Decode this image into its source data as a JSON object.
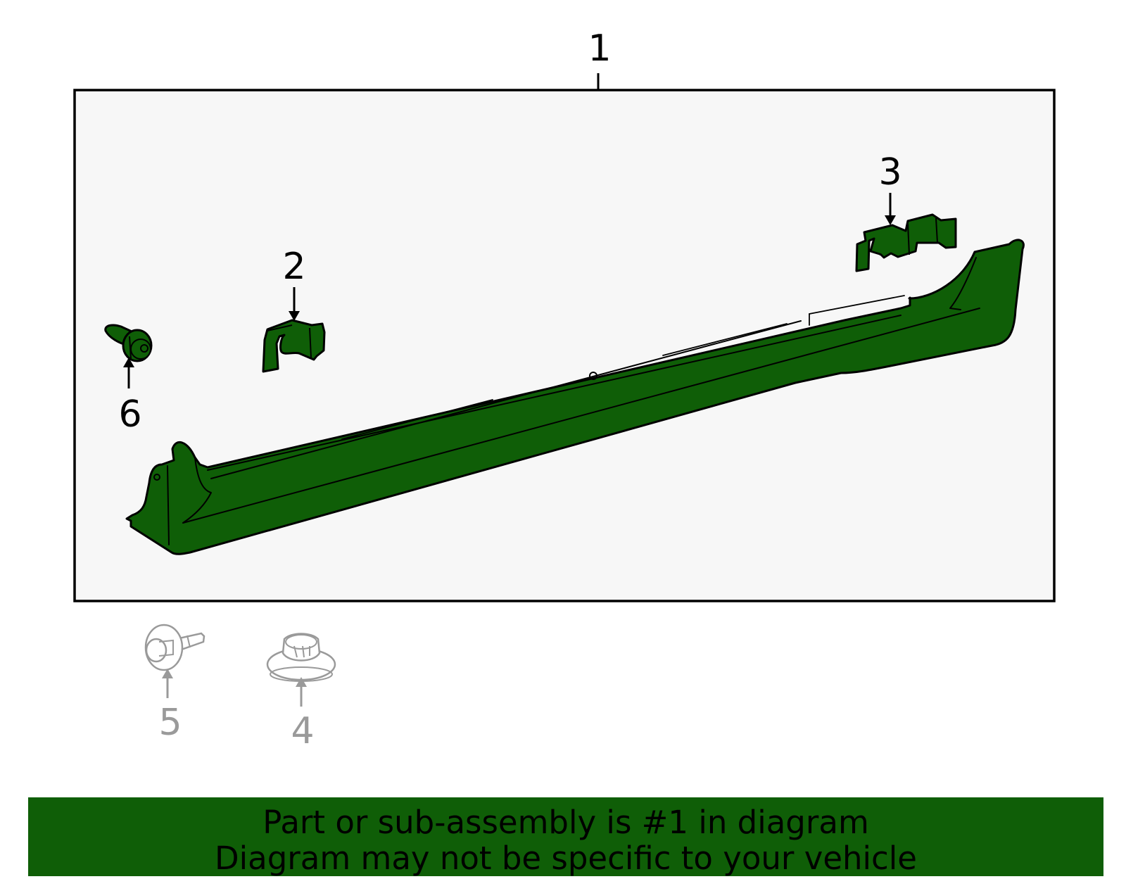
{
  "callouts": {
    "c1": "1",
    "c2": "2",
    "c3": "3",
    "c4": "4",
    "c5": "5",
    "c6": "6"
  },
  "banner": {
    "line1": "Part or sub-assembly is #1 in diagram",
    "line2": "Diagram may not be specific to your vehicle"
  },
  "colors": {
    "part_fill": "#0f5e07",
    "frame_fill": "#f7f7f7",
    "inactive_part": "#9a9a9a",
    "banner_bg": "#0f5e07"
  },
  "icons": {
    "part_1": "rocker-panel-molding",
    "part_2": "left-mounting-bracket",
    "part_3": "right-mounting-bracket",
    "part_4": "retainer-nut",
    "part_5": "push-clip",
    "part_6": "molding-clip"
  }
}
